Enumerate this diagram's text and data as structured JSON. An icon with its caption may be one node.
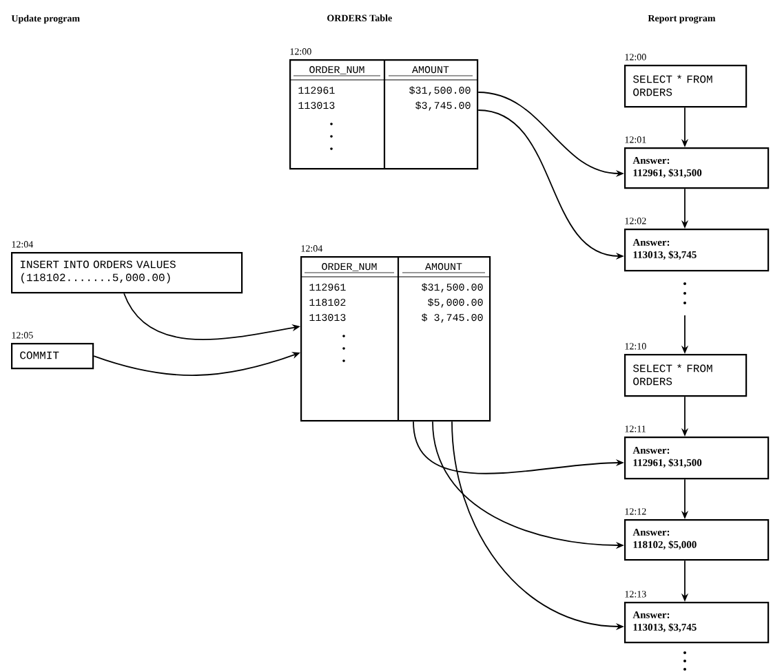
{
  "diagram": {
    "nodes": [
      {
        "text": [
          "ORDER_NUM",
          "AMOUNT",
          "112961",
          "113013",
          "$31,500.00",
          "$3,745.00"
        ],
        "beside": [
          "12:00"
        ]
      },
      {
        "text": [
          "ORDER_NUM",
          "AMOUNT",
          "112961",
          "118102",
          "113013",
          "$31,500.00",
          "$5,000.00",
          "$ 3,745.00"
        ],
        "beside": [
          "12:04"
        ]
      },
      {
        "text": [
          "INSERT INTO ORDERS VALUES (118102.......5,000.00)"
        ],
        "beside": [
          "12:04"
        ]
      },
      {
        "text": [
          "COMMIT"
        ],
        "beside": [
          "12:05"
        ]
      },
      {
        "text": [
          "SELECT * FROM ORDERS"
        ],
        "beside": [
          "12:00"
        ]
      },
      {
        "text": [
          "Answer:",
          "112961, $31,500"
        ],
        "beside": [
          "12:01"
        ]
      },
      {
        "text": [
          "Answer:",
          "113013, $3,745"
        ],
        "beside": [
          "12:02"
        ]
      },
      {
        "text": [
          "SELECT * FROM ORDERS"
        ],
        "beside": [
          "12:10"
        ]
      },
      {
        "text": [
          "Answer:",
          "112961, $31,500"
        ],
        "beside": [
          "12:11"
        ]
      },
      {
        "text": [
          "Answer:",
          "118102, $5,000"
        ],
        "beside": [
          "12:12"
        ]
      },
      {
        "text": [
          "Answer:",
          "113013, $3,745"
        ],
        "beside": [
          "12:13"
        ]
      }
    ],
    "edges": [
      {
        "from": 0,
        "to": 5,
        "arrow": "to"
      },
      {
        "from": 0,
        "to": 6,
        "arrow": "to"
      },
      {
        "from": 2,
        "to": 1,
        "arrow": "to"
      },
      {
        "from": 3,
        "to": 1,
        "arrow": "to"
      },
      {
        "from": 1,
        "to": 8,
        "arrow": "to"
      },
      {
        "from": 1,
        "to": 9,
        "arrow": "to"
      },
      {
        "from": 1,
        "to": 10,
        "arrow": "to"
      },
      {
        "from": 4,
        "to": 5,
        "arrow": "to"
      },
      {
        "from": 5,
        "to": 6,
        "arrow": "to"
      },
      {
        "from": null,
        "to": 7,
        "arrow": "to"
      },
      {
        "from": 7,
        "to": 8,
        "arrow": "to"
      },
      {
        "from": 8,
        "to": 9,
        "arrow": "to"
      },
      {
        "from": 9,
        "to": 10,
        "arrow": "to"
      }
    ],
    "labels": [
      "Update program",
      "ORDERS Table",
      "Report program"
    ]
  }
}
